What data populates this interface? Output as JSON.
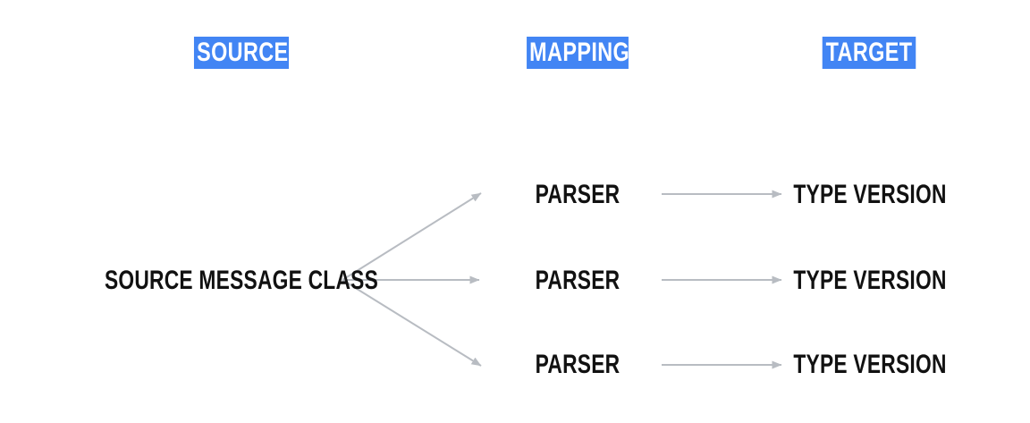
{
  "diagram": {
    "title_visible": false,
    "background_color": "#ffffff",
    "accent_color": "#4285f4",
    "text_color": "#111111",
    "arrow_color": "#b8bcc2",
    "columns": [
      {
        "id": "source",
        "label": "SOURCE"
      },
      {
        "id": "mapping",
        "label": "MAPPING"
      },
      {
        "id": "target",
        "label": "TARGET"
      }
    ],
    "source_nodes": [
      {
        "label": "SOURCE MESSAGE CLASS"
      }
    ],
    "mapping_nodes": [
      {
        "label": "PARSER"
      },
      {
        "label": "PARSER"
      },
      {
        "label": "PARSER"
      }
    ],
    "target_nodes": [
      {
        "label": "TYPE VERSION"
      },
      {
        "label": "TYPE VERSION"
      },
      {
        "label": "TYPE VERSION"
      }
    ],
    "edges": [
      {
        "from": "source-message-class",
        "to": "parser-1",
        "style": "fan-out-up"
      },
      {
        "from": "source-message-class",
        "to": "parser-2",
        "style": "straight"
      },
      {
        "from": "source-message-class",
        "to": "parser-3",
        "style": "fan-out-down"
      },
      {
        "from": "parser-1",
        "to": "type-version-1",
        "style": "straight"
      },
      {
        "from": "parser-2",
        "to": "type-version-2",
        "style": "straight"
      },
      {
        "from": "parser-3",
        "to": "type-version-3",
        "style": "straight"
      }
    ]
  }
}
